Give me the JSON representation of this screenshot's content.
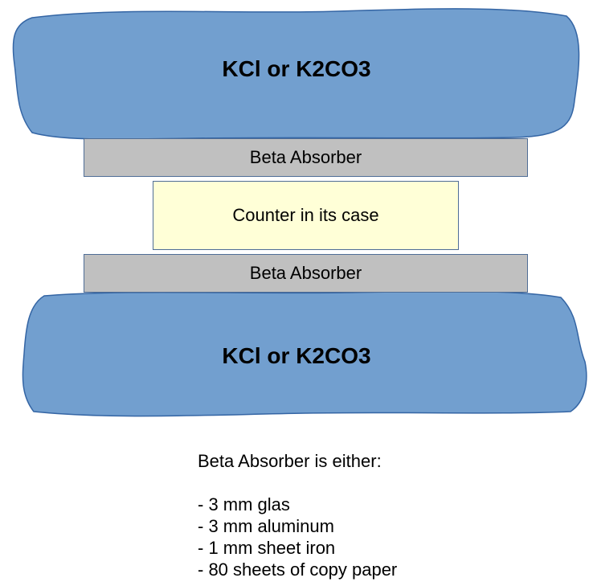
{
  "colors": {
    "blob_fill": "#729fcf",
    "blob_stroke": "#3465a4",
    "absorber_fill": "#c0c0c0",
    "counter_fill": "#ffffd7"
  },
  "top_source": {
    "label": "KCl or K2CO3"
  },
  "top_absorber": {
    "label": "Beta Absorber"
  },
  "counter": {
    "label": "Counter in its case"
  },
  "bottom_absorber": {
    "label": "Beta Absorber"
  },
  "bottom_source": {
    "label": "KCl or K2CO3"
  },
  "notes": {
    "heading": "Beta Absorber is either:",
    "items": [
      "- 3 mm glas",
      "- 3 mm aluminum",
      "- 1 mm sheet iron",
      "- 80 sheets of copy paper"
    ]
  }
}
